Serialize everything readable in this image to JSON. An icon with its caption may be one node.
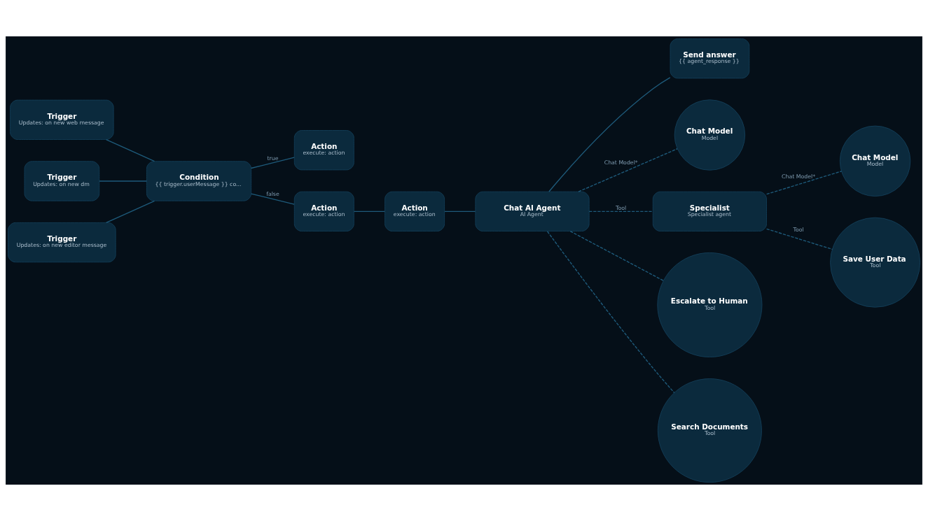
{
  "diagram": {
    "nodes": [
      {
        "text": [
          "Trigger",
          "Updates: on new web message"
        ]
      },
      {
        "text": [
          "Trigger",
          "Updates: on new dm"
        ]
      },
      {
        "text": [
          "Trigger",
          "Updates: on new editor message"
        ]
      },
      {
        "text": [
          "Condition",
          "{{ trigger.userMessage }} co..."
        ]
      },
      {
        "text": [
          "Action",
          "execute: action"
        ]
      },
      {
        "text": [
          "Action",
          "execute: action"
        ]
      },
      {
        "text": [
          "Action",
          "execute: action"
        ]
      },
      {
        "text": [
          "Chat AI Agent",
          "AI Agent"
        ]
      },
      {
        "text": [
          "Send answer",
          "{{ agent_response }}"
        ]
      },
      {
        "text": [
          "Chat Model",
          "Model"
        ]
      },
      {
        "text": [
          "Specialist",
          "Specialist agent"
        ]
      },
      {
        "text": [
          "Escalate to Human",
          "Tool"
        ]
      },
      {
        "text": [
          "Search Documents",
          "Tool"
        ]
      },
      {
        "text": [
          "Chat Model",
          "Model"
        ]
      },
      {
        "text": [
          "Save User Data",
          "Tool"
        ]
      }
    ],
    "edges": [
      {
        "from": 0,
        "to": 3,
        "arrow": "none"
      },
      {
        "from": 1,
        "to": 3,
        "arrow": "none"
      },
      {
        "from": 2,
        "to": 3,
        "arrow": "none"
      },
      {
        "from": 3,
        "to": 4,
        "arrow": "none",
        "label": "true"
      },
      {
        "from": 3,
        "to": 5,
        "arrow": "none",
        "label": "false"
      },
      {
        "from": 5,
        "to": 6,
        "arrow": "none"
      },
      {
        "from": 6,
        "to": 7,
        "arrow": "none"
      },
      {
        "from": 7,
        "to": 8,
        "arrow": "none"
      },
      {
        "from": 7,
        "to": 9,
        "arrow": "none",
        "style": "dashed",
        "label": "Chat Model*"
      },
      {
        "from": 7,
        "to": 10,
        "arrow": "none",
        "style": "dashed",
        "label": "Tool"
      },
      {
        "from": 7,
        "to": 11,
        "arrow": "none",
        "style": "dashed"
      },
      {
        "from": 7,
        "to": 12,
        "arrow": "none",
        "style": "dashed"
      },
      {
        "from": 10,
        "to": 13,
        "arrow": "none",
        "style": "dashed",
        "label": "Chat Model*"
      },
      {
        "from": 10,
        "to": 14,
        "arrow": "none",
        "style": "dashed",
        "label": "Tool"
      }
    ]
  }
}
